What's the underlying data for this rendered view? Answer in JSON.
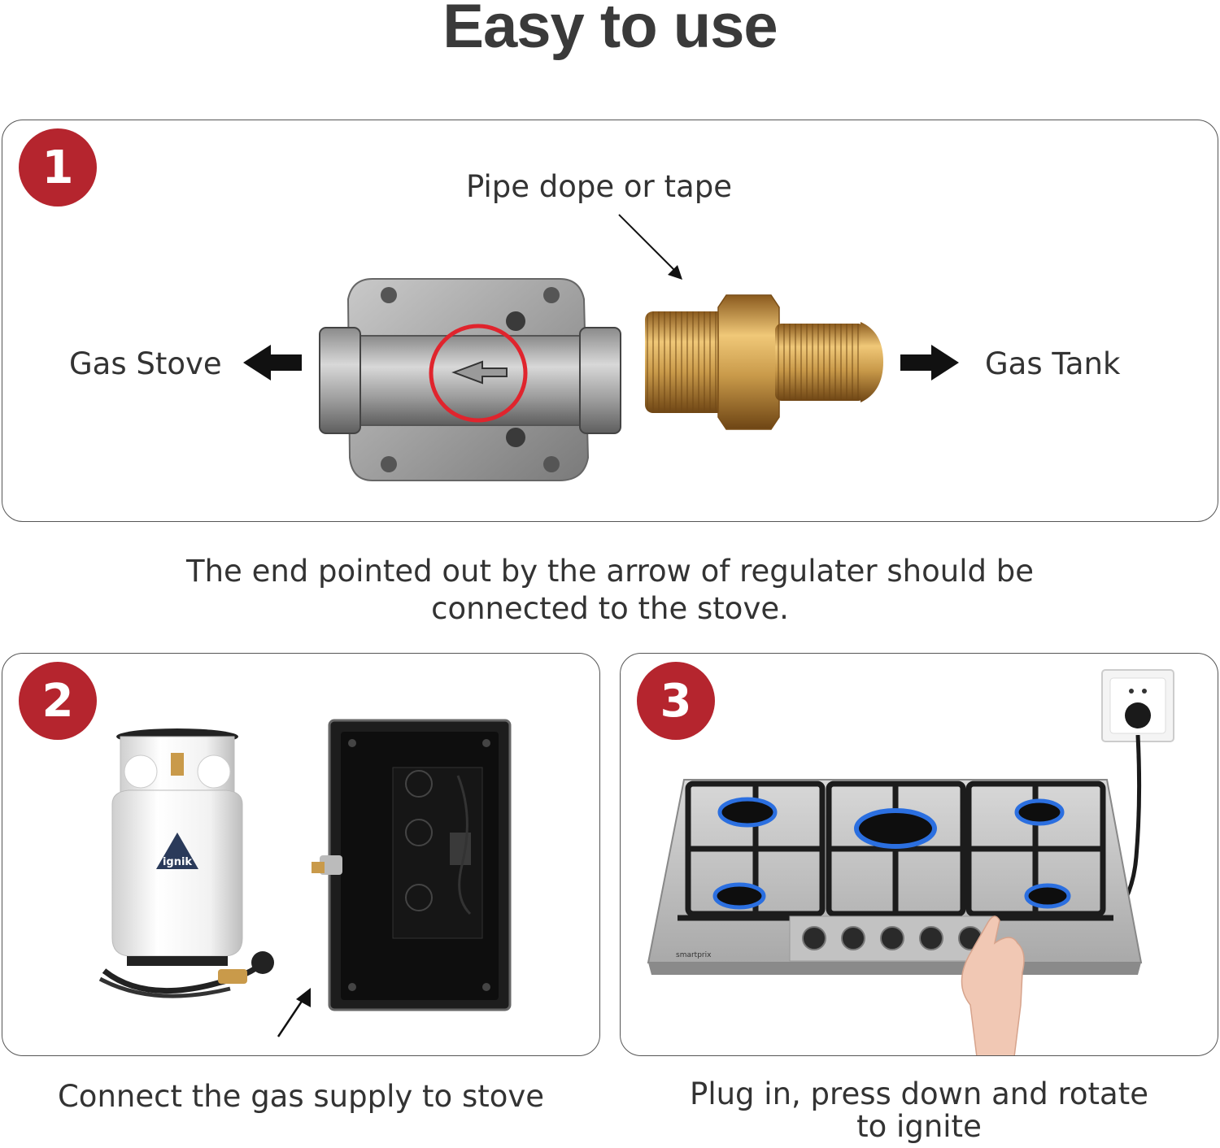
{
  "title": "Easy to use",
  "step1": {
    "number": "1",
    "pipe_label": "Pipe dope or tape",
    "left_label": "Gas Stove",
    "right_label": "Gas Tank",
    "caption_line1": "The end pointed out by the arrow of regulater should be",
    "caption_line2": "connected to the stove."
  },
  "step2": {
    "number": "2",
    "tank_brand": "ignik",
    "caption": "Connect the gas supply to stove"
  },
  "step3": {
    "number": "3",
    "brand": "smartprix",
    "caption_line1": "Plug in, press down and rotate",
    "caption_line2": "to ignite"
  },
  "colors": {
    "badge": "#b5252e",
    "brass": "#c99a4a",
    "flame": "#2b6fe0"
  }
}
